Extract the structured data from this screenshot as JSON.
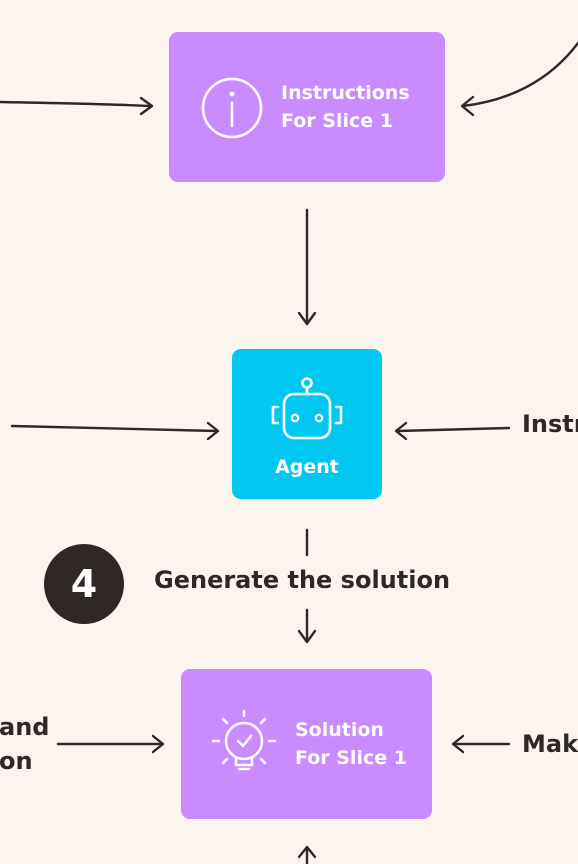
{
  "nodes": {
    "instructions": {
      "line1": "Instructions",
      "line2": "For Slice 1",
      "icon": "info-circle-icon",
      "color": "#c98bff"
    },
    "agent": {
      "label": "Agent",
      "icon": "robot-icon",
      "color": "#00c8f0"
    },
    "solution": {
      "line1": "Solution",
      "line2": "For Slice 1",
      "icon": "lightbulb-check-icon",
      "color": "#c98bff"
    }
  },
  "step": {
    "number": "4",
    "text": "Generate the solution"
  },
  "edge_labels": {
    "agent_right": "Instr",
    "solution_left_line1": "and",
    "solution_left_line2": "on",
    "solution_right": "Mak"
  },
  "colors": {
    "background": "#fcf4ef",
    "ink": "#2f2825",
    "node_purple": "#c98bff",
    "node_cyan": "#00c8f0"
  }
}
